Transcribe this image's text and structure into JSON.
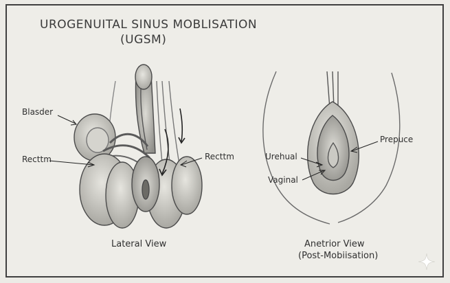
{
  "title": "UROGENUITAL SINUS MOBLISATION",
  "subtitle": "(UGSM)",
  "lateral_labels": {
    "bladder": "Blasder",
    "rectum_left": "Recttm",
    "rectum_right": "Recttm"
  },
  "anterior_labels": {
    "urethral": "Urehual",
    "vaginal": "Vaginal",
    "prepuce": "Prepuce"
  },
  "captions": {
    "lateral": "Lateral View",
    "anterior_line1": "Anetrior View",
    "anterior_line2": "(Post-Mobiisation)"
  }
}
